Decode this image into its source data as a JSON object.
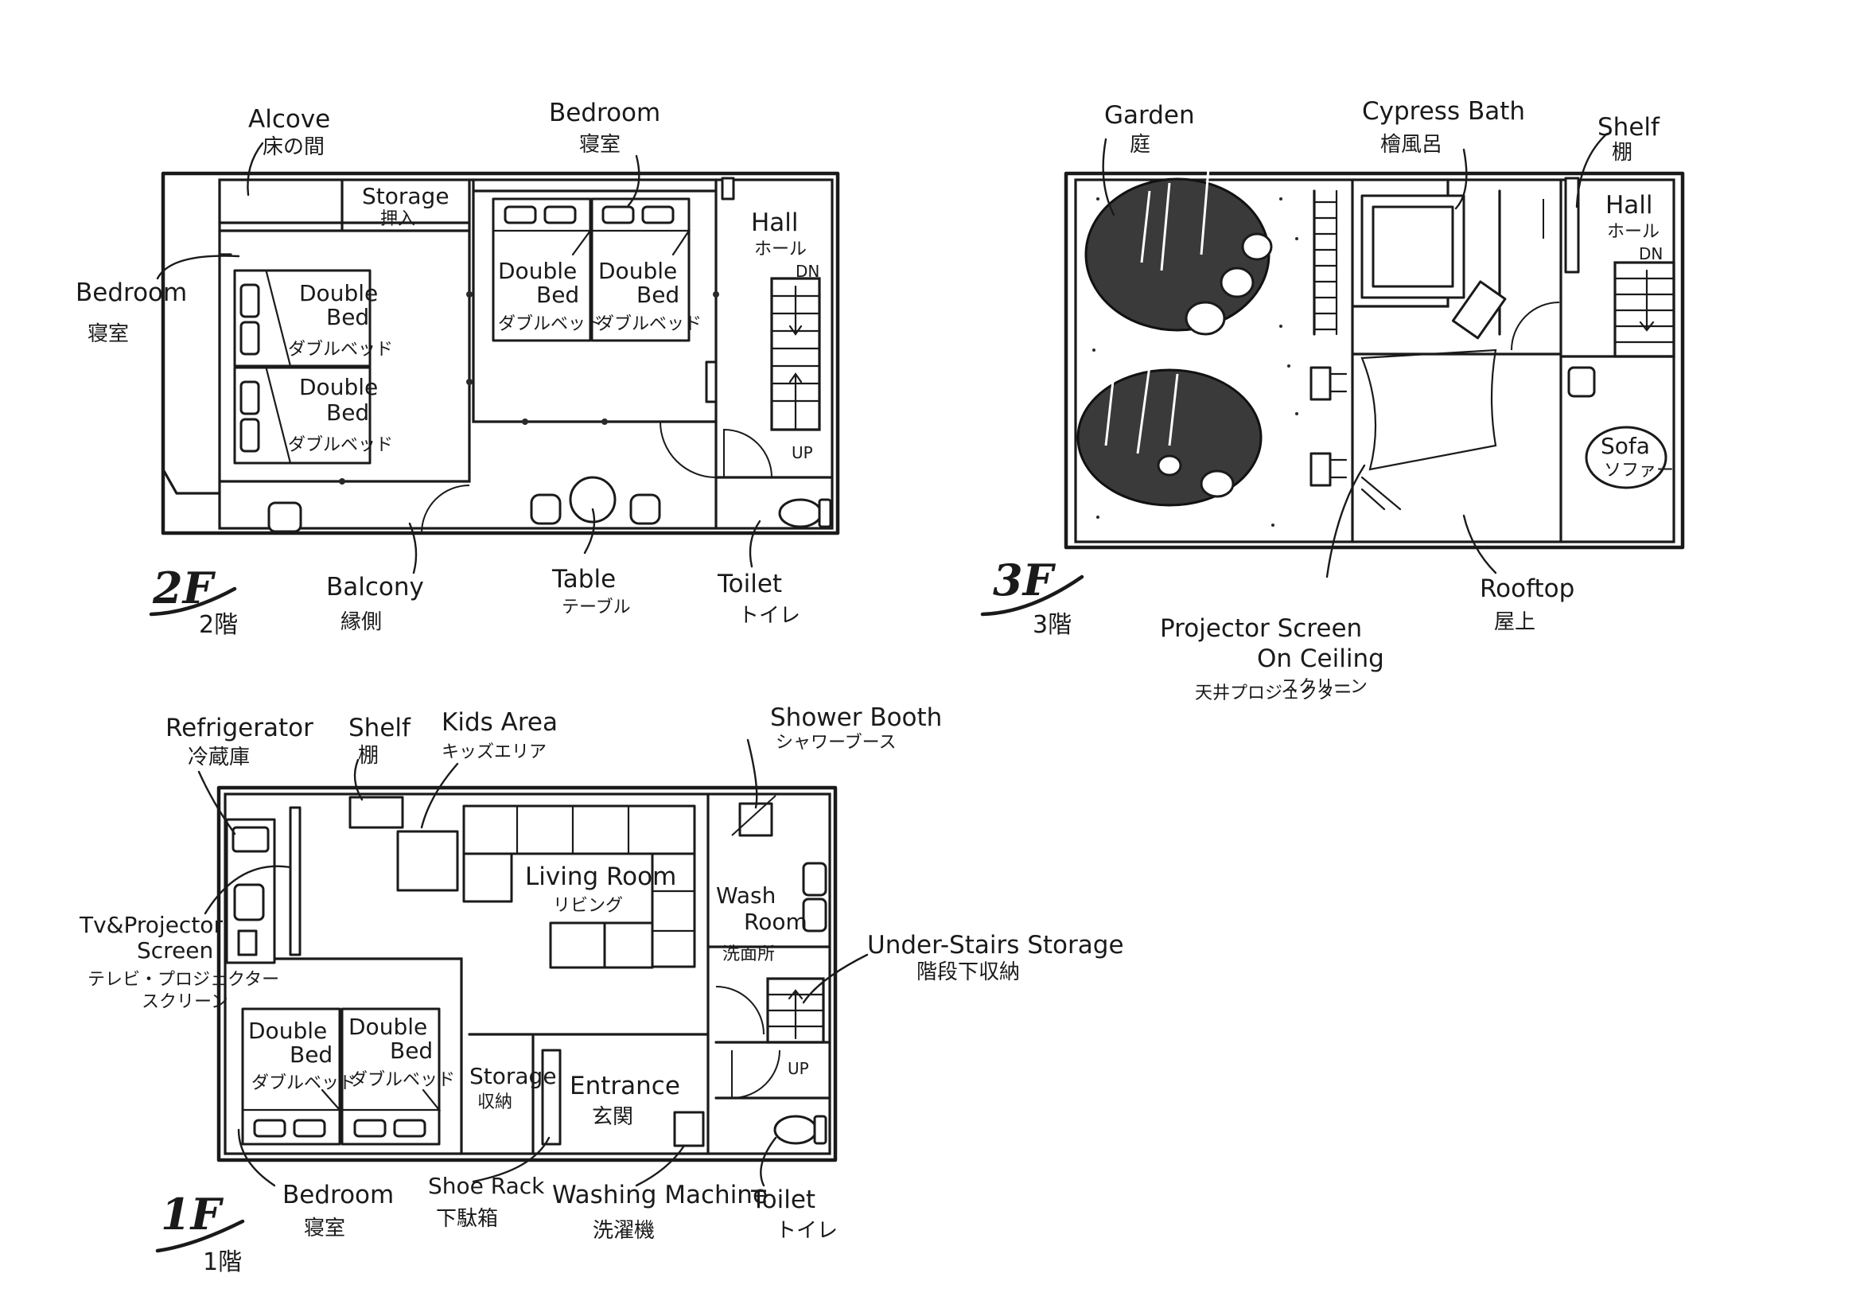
{
  "floors": {
    "f2": {
      "tag": "2F",
      "tag_jp": "2階",
      "labels": {
        "alcove_en": "Alcove",
        "alcove_jp": "床の間",
        "storage_en": "Storage",
        "storage_jp": "押入",
        "bedroom_top_en": "Bedroom",
        "bedroom_top_jp": "寝室",
        "bedroom_left_en": "Bedroom",
        "bedroom_left_jp": "寝室",
        "hall_en": "Hall",
        "hall_jp": "ホール",
        "dn": "DN",
        "up": "UP",
        "balcony_en": "Balcony",
        "balcony_jp": "縁側",
        "table_en": "Table",
        "table_jp": "テーブル",
        "toilet_en": "Toilet",
        "toilet_jp": "トイレ"
      },
      "beds": [
        {
          "line1": "Double",
          "line2": "Bed",
          "jp": "ダブルベッド"
        },
        {
          "line1": "Double",
          "line2": "Bed",
          "jp": "ダブルベッド"
        },
        {
          "line1": "Double",
          "line2": "Bed",
          "jp": "ダブルベッド"
        },
        {
          "line1": "Double",
          "line2": "Bed",
          "jp": "ダブルベッド"
        }
      ]
    },
    "f3": {
      "tag": "3F",
      "tag_jp": "3階",
      "labels": {
        "garden_en": "Garden",
        "garden_jp": "庭",
        "bath_en": "Cypress Bath",
        "bath_jp": "檜風呂",
        "shelf_en": "Shelf",
        "shelf_jp": "棚",
        "hall_en": "Hall",
        "hall_jp": "ホール",
        "dn": "DN",
        "sofa_en": "Sofa",
        "sofa_jp": "ソファー",
        "projector_en_1": "Projector Screen",
        "projector_en_2": "On Ceiling",
        "projector_jp_1": "天井プロジェクター",
        "projector_jp_2": "スクリーン",
        "rooftop_en": "Rooftop",
        "rooftop_jp": "屋上"
      }
    },
    "f1": {
      "tag": "1F",
      "tag_jp": "1階",
      "labels": {
        "fridge_en": "Refrigerator",
        "fridge_jp": "冷蔵庫",
        "shelf_en": "Shelf",
        "shelf_jp": "棚",
        "kids_en": "Kids Area",
        "kids_jp": "キッズエリア",
        "shower_en": "Shower Booth",
        "shower_jp": "シャワーブース",
        "tv_en_1": "Tv&Projector",
        "tv_en_2": "Screen",
        "tv_jp_1": "テレビ・プロジェクター",
        "tv_jp_2": "スクリーン",
        "living_en": "Living Room",
        "living_jp": "リビング",
        "wash_en_1": "Wash",
        "wash_en_2": "Room",
        "wash_jp": "洗面所",
        "under_en": "Under-Stairs Storage",
        "under_jp": "階段下収納",
        "storage_en": "Storage",
        "storage_jp": "収納",
        "entrance_en": "Entrance",
        "entrance_jp": "玄関",
        "up": "UP",
        "bedroom_en": "Bedroom",
        "bedroom_jp": "寝室",
        "shoe_en": "Shoe Rack",
        "shoe_jp": "下駄箱",
        "washer_en": "Washing Machine",
        "washer_jp": "洗濯機",
        "toilet_en": "Toilet",
        "toilet_jp": "トイレ"
      },
      "beds": [
        {
          "line1": "Double",
          "line2": "Bed",
          "jp": "ダブルベッド"
        },
        {
          "line1": "Double",
          "line2": "Bed",
          "jp": "ダブルベッド"
        }
      ]
    }
  }
}
